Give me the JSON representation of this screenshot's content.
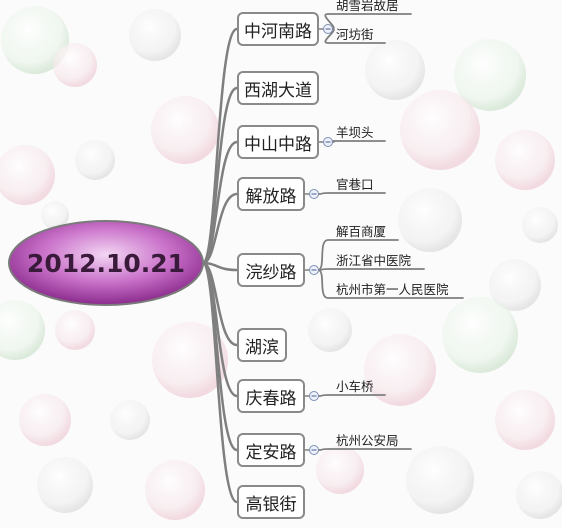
{
  "root": {
    "label": "2012.10.21"
  },
  "branches": [
    {
      "label": "中河南路",
      "children": [
        "胡雪岩故居",
        "河坊街"
      ]
    },
    {
      "label": "西湖大道",
      "children": []
    },
    {
      "label": "中山中路",
      "children": [
        "羊坝头"
      ]
    },
    {
      "label": "解放路",
      "children": [
        "官巷口"
      ]
    },
    {
      "label": "浣纱路",
      "children": [
        "解百商厦",
        "浙江省中医院",
        "杭州市第一人民医院"
      ]
    },
    {
      "label": "湖滨",
      "children": []
    },
    {
      "label": "庆春路",
      "children": [
        "小车桥"
      ]
    },
    {
      "label": "定安路",
      "children": [
        "杭州公安局"
      ]
    },
    {
      "label": "高银街",
      "children": []
    }
  ],
  "colors": {
    "connector": "#7f7f7f",
    "root_fill": "#9a2f9c",
    "root_text": "#3a1a3a",
    "node_border": "#8a8a8a"
  }
}
